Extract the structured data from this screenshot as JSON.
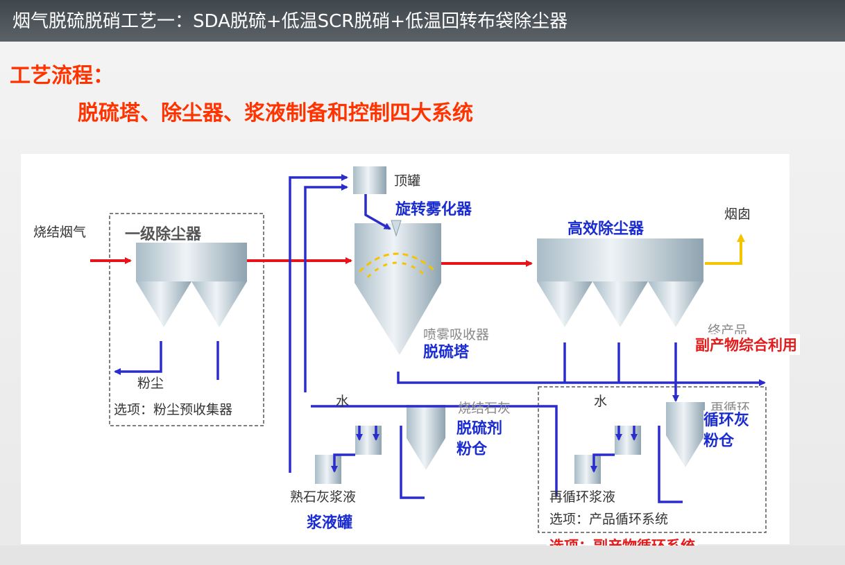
{
  "title": "烟气脱硫脱硝工艺一：SDA脱硫+低温SCR脱硝+低温回转布袋除尘器",
  "heading": "工艺流程：",
  "subheading": "脱硫塔、除尘器、浆液制备和控制四大系统",
  "diagram": {
    "flue_gas_in": "烧结烟气",
    "primary_collector": "一级除尘器",
    "dust": "粉尘",
    "option_dust": "选项：粉尘预收集器",
    "top_tank": "顶罐",
    "atomizer": "旋转雾化器",
    "absorber_faint": "喷雾吸收器",
    "desulf_tower": "脱硫塔",
    "high_eff_collector": "高效除尘器",
    "chimney": "烟囱",
    "byproduct_faint": "终产品",
    "byproduct_use": "副产物综合利用",
    "water_left": "水",
    "lime_faint": "烧结石灰",
    "desulf_agent_bin": "脱硫剂\n粉仓",
    "lime_slurry": "熟石灰浆液",
    "slurry_tank": "浆液罐",
    "water_right": "水",
    "recycle_faint": "再循环",
    "recycle_ash_bin": "循环灰\n粉仓",
    "recycle_slurry": "再循环浆液",
    "option_product": "选项：产品循环系统",
    "option_byproduct": "选项：副产物循环系统"
  }
}
